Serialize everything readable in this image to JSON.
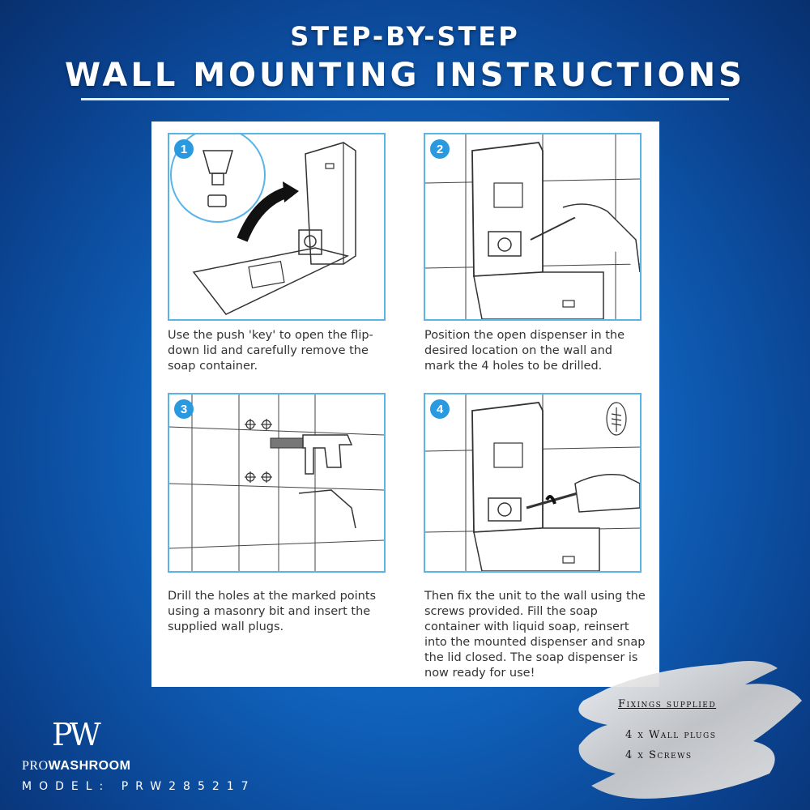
{
  "header": {
    "title_line1": "STEP-BY-STEP",
    "title_line2": "WALL MOUNTING INSTRUCTIONS"
  },
  "steps": [
    {
      "number": "1",
      "text": "Use the push 'key' to open the flip-down lid and carefully remove the soap container."
    },
    {
      "number": "2",
      "text": "Position the open dispenser in the desired location on the wall and mark the 4 holes to be drilled."
    },
    {
      "number": "3",
      "text": "Drill the holes at the marked points using a masonry bit and insert the supplied wall plugs."
    },
    {
      "number": "4",
      "text": "Then fix the unit to the wall using the screws provided. Fill the soap container with liquid soap, reinsert into the mounted dispenser and snap the lid closed. The soap dispenser is now ready for use!"
    }
  ],
  "brand": {
    "logo": "PW",
    "name_light": "PRO",
    "name_bold": "WASHROOM",
    "model": "MODEL: PRW285217"
  },
  "fixings": {
    "title": "Fixings supplied",
    "items": [
      "4 x Wall plugs",
      "4 x Screws"
    ]
  },
  "colors": {
    "background": "#0f5fb8",
    "panel_border": "#5ab4e6",
    "badge": "#2a9ae0"
  }
}
